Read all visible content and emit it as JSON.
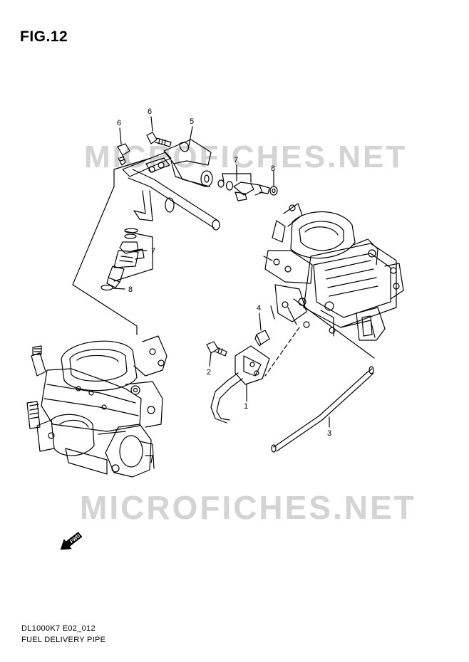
{
  "figure": {
    "title": "FIG.12",
    "model_code": "DL1000K7 E02_012",
    "caption": "FUEL DELIVERY PIPE"
  },
  "watermark": {
    "text": "MICROFICHES.NET"
  },
  "callouts": {
    "c1": "1",
    "c2": "2",
    "c3": "3",
    "c4": "4",
    "c5": "5",
    "c6a": "6",
    "c6b": "6",
    "c7a": "7",
    "c7b": "7",
    "c8a": "8",
    "c8b": "8"
  },
  "fwd_arrow": {
    "label": "FWD"
  }
}
